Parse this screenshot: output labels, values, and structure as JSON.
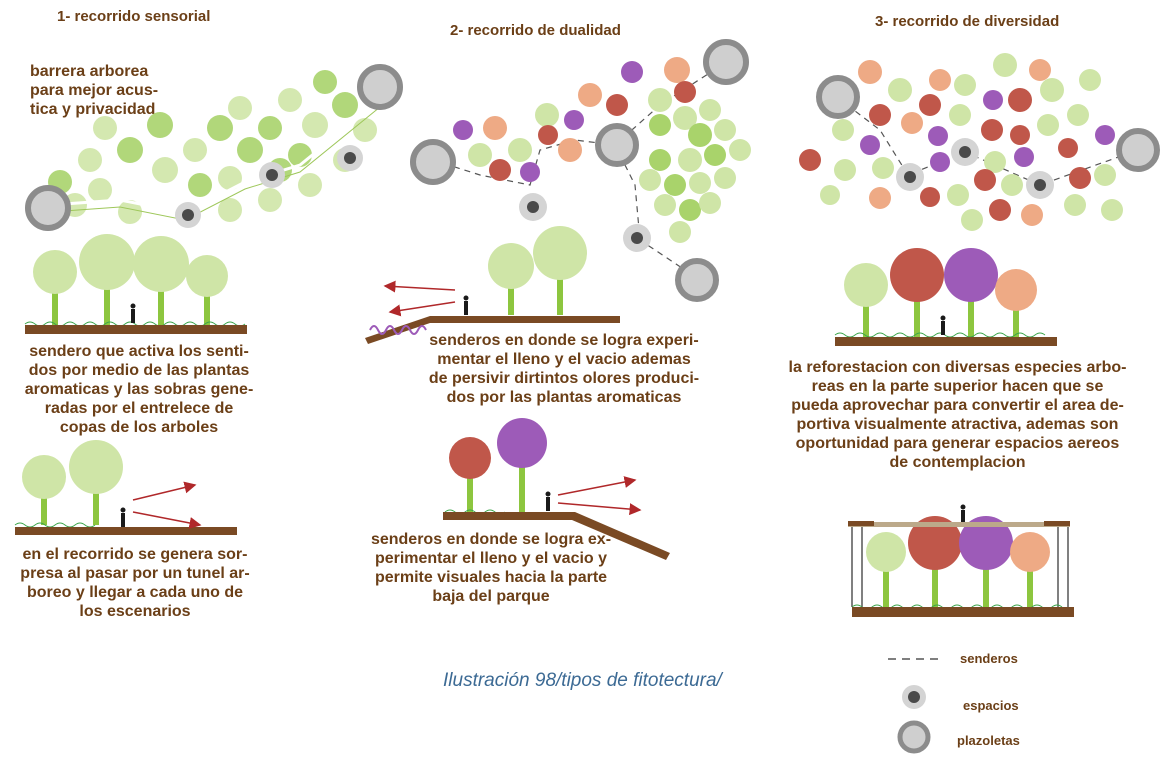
{
  "sections": [
    {
      "title": "1-   recorrido sensorial",
      "note": "barrera arborea\npara mejor acus-\ntica y privacidad",
      "text1": "sendero que activa los senti-\ndos por medio de las plantas\naromaticas y las sobras gene-\nradas por el entrelece de\ncopas de los arboles",
      "text2": "en el recorrido se genera sor-\npresa al pasar por un tunel ar-\nboreo y llegar a cada uno de\nlos escenarios"
    },
    {
      "title": "2-   recorrido de dualidad",
      "text1": "senderos en donde se logra experi-\nmentar el lleno y el vacio ademas\nde persivir dirtintos olores produci-\ndos por las plantas aromaticas",
      "text2": "senderos en donde se logra ex-\nperimentar el lleno y el vacio y\npermite visuales hacia la parte\nbaja del parque"
    },
    {
      "title": "3-   recorrido de diversidad",
      "text1": "la reforestacion con diversas especies arbo-\nreas en la parte superior hacen que se\npueda aprovechar para convertir el area de-\nportiva visualmente atractiva, ademas son\noportunidad para generar espacios aereos\nde contemplacion"
    }
  ],
  "caption": "Ilustración 98/tipos de fitotectura/",
  "legend": [
    {
      "label": "senderos",
      "icon": "dashed-line-icon"
    },
    {
      "label": "espacios",
      "icon": "small-dot-icon"
    },
    {
      "label": "plazoletas",
      "icon": "ring-icon"
    }
  ],
  "colors": {
    "text": "#6b3f17",
    "caption": "#3c6a94",
    "tree_green": "#cfe5a7",
    "tree_green_mid": "#a9d36b",
    "tree_green_dark": "#8cc63f",
    "tree_red": "#c0574a",
    "tree_purple": "#9d5bb8",
    "tree_salmon": "#eeaa85",
    "trunk": "#8dc63f",
    "ground": "#7a4a24",
    "arrow": "#b0282a",
    "ring": "#8c8c8c"
  }
}
